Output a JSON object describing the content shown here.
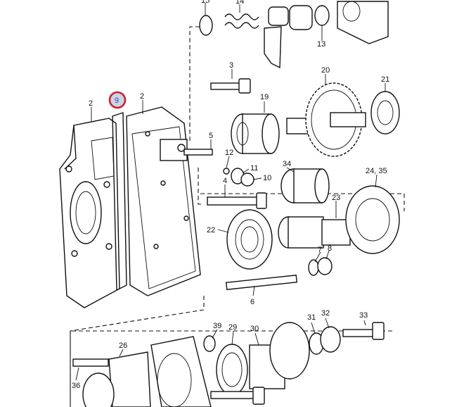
{
  "diagram": {
    "highlighted_part": "9",
    "highlight_color": "#d0202a",
    "labels": {
      "p2a": "2",
      "p2b": "2",
      "p9": "9",
      "p3": "3",
      "p4": "4",
      "p5": "5",
      "p6": "6",
      "p7": "7",
      "p8": "8",
      "p10": "10",
      "p11": "11",
      "p12": "12",
      "p13": "13",
      "p14": "14",
      "p15": "15",
      "p19": "19",
      "p20": "20",
      "p21": "21",
      "p22": "22",
      "p23": "23",
      "p24_35": "24, 35",
      "p26": "26",
      "p29": "29",
      "p30": "30",
      "p31": "31",
      "p32": "32",
      "p33": "33",
      "p34": "34",
      "p36": "36",
      "p39": "39"
    }
  }
}
